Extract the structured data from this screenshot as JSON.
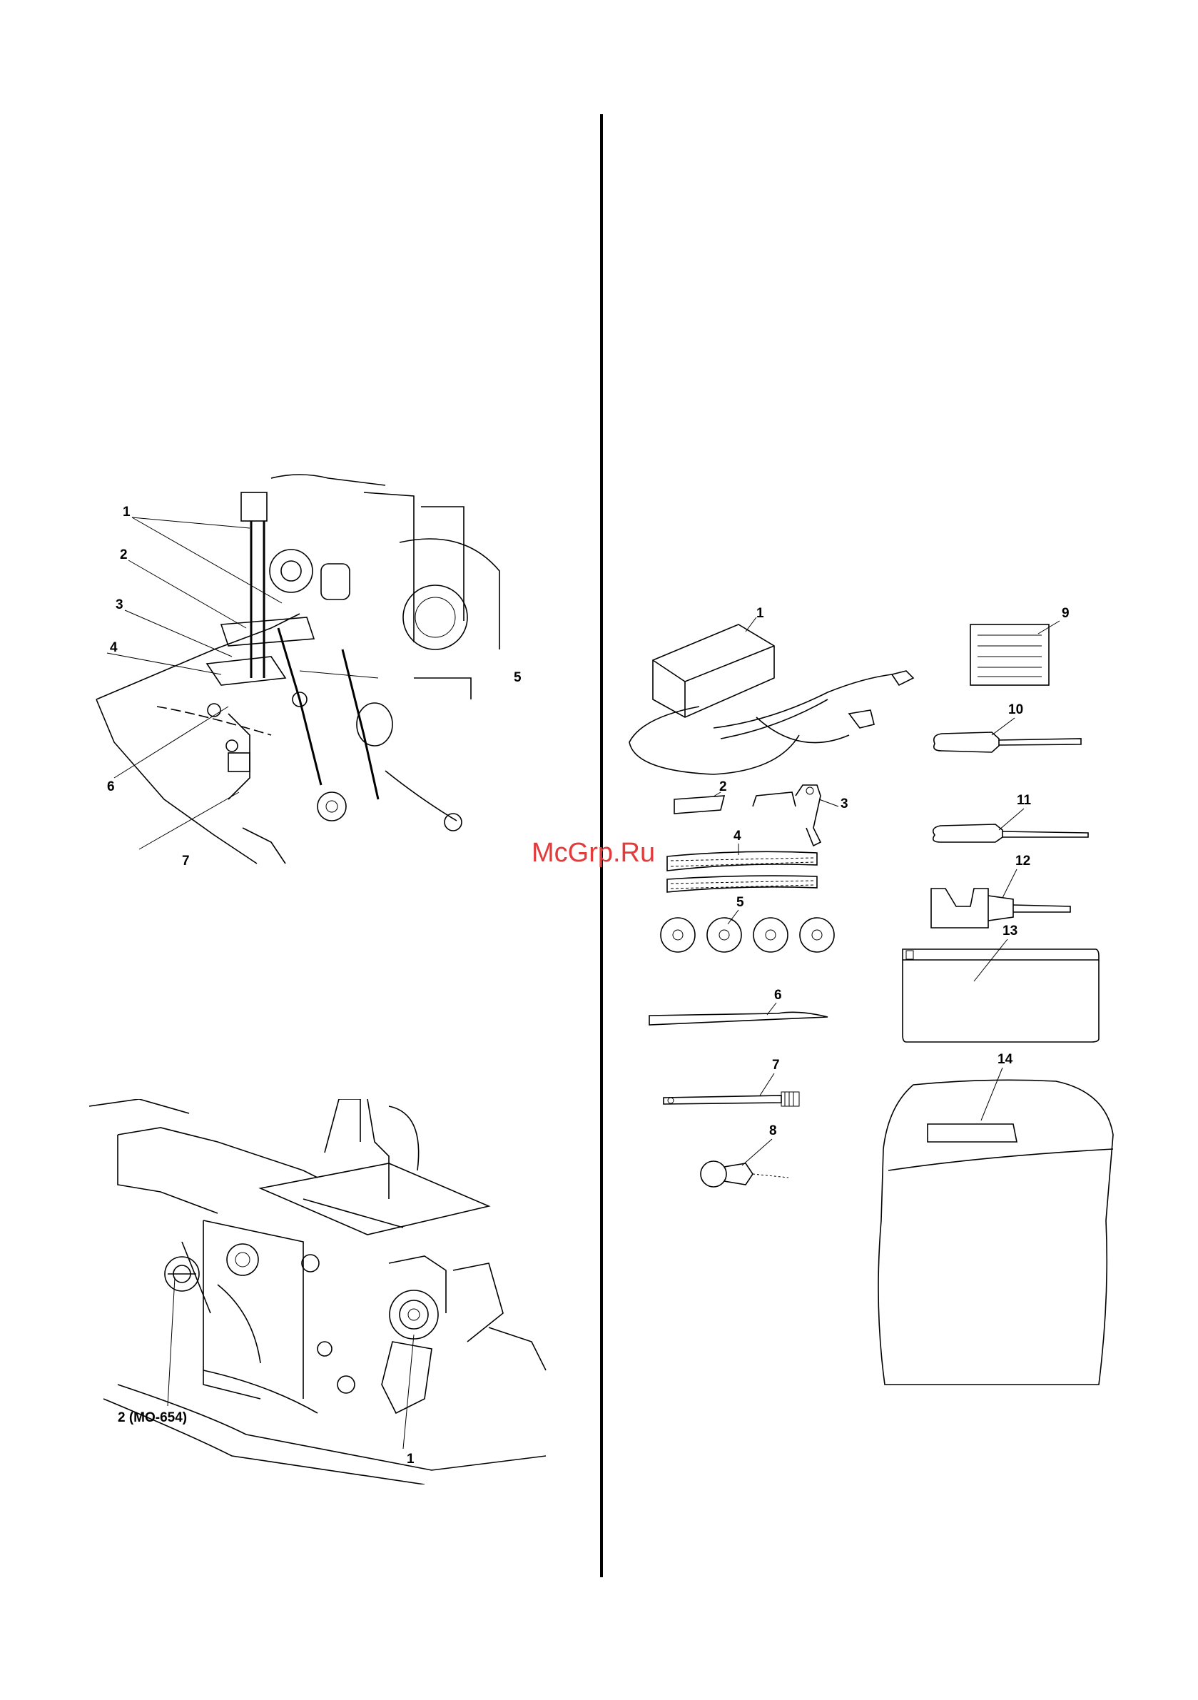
{
  "figure_top": {
    "callouts": [
      "1",
      "2",
      "3",
      "4",
      "5",
      "6",
      "7"
    ]
  },
  "figure_bottom": {
    "callout_model": "2 (MO-654)",
    "callout_1": "1"
  },
  "accessories": {
    "callouts": [
      "1",
      "2",
      "3",
      "4",
      "5",
      "6",
      "7",
      "8",
      "9",
      "10",
      "11",
      "12",
      "13",
      "14"
    ]
  },
  "watermark": "McGrp.Ru"
}
